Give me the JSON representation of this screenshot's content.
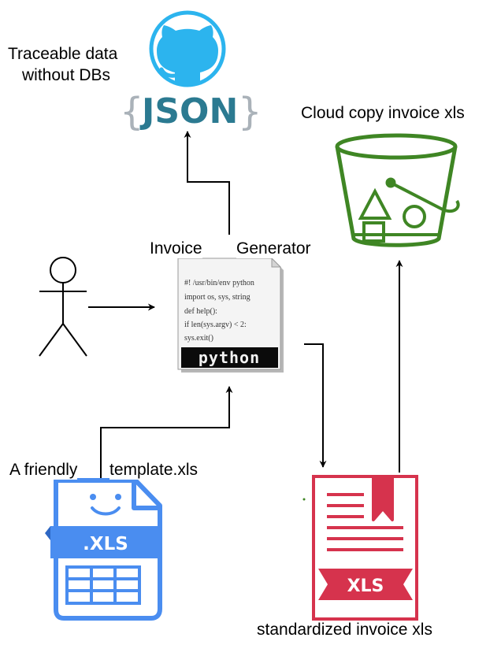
{
  "labels": {
    "json_caption_line1": "Traceable data",
    "json_caption_line2": "without DBs",
    "cloud_caption": "Cloud copy invoice xls",
    "generator_left": "Invoice",
    "generator_right": "Generator",
    "template_left": "A friendly",
    "template_right": "template.xls",
    "output_caption": "standardized invoice xls"
  },
  "json_logo": {
    "brace_open": "{",
    "text": "JSON",
    "brace_close": "}"
  },
  "script_lines": [
    "#! /usr/bin/env python",
    "import os, sys, string",
    "def help():",
    "if len(sys.argv) < 2:",
    "sys.exit()"
  ],
  "python_badge": "python",
  "template_badge": ".XLS",
  "output_badge": "XLS",
  "icons": [
    "github-icon",
    "json-logo",
    "s3-bucket-icon",
    "stick-figure-icon",
    "python-script-icon",
    "xls-template-icon",
    "xls-output-icon"
  ],
  "colors": {
    "github_blue": "#2cb4ee",
    "json_gray": "#aab2b9",
    "json_teal": "#2b7a91",
    "bucket_green": "#3f8624",
    "template_blue": "#4a8df0",
    "output_red": "#d6334d",
    "arrow": "#000000"
  }
}
